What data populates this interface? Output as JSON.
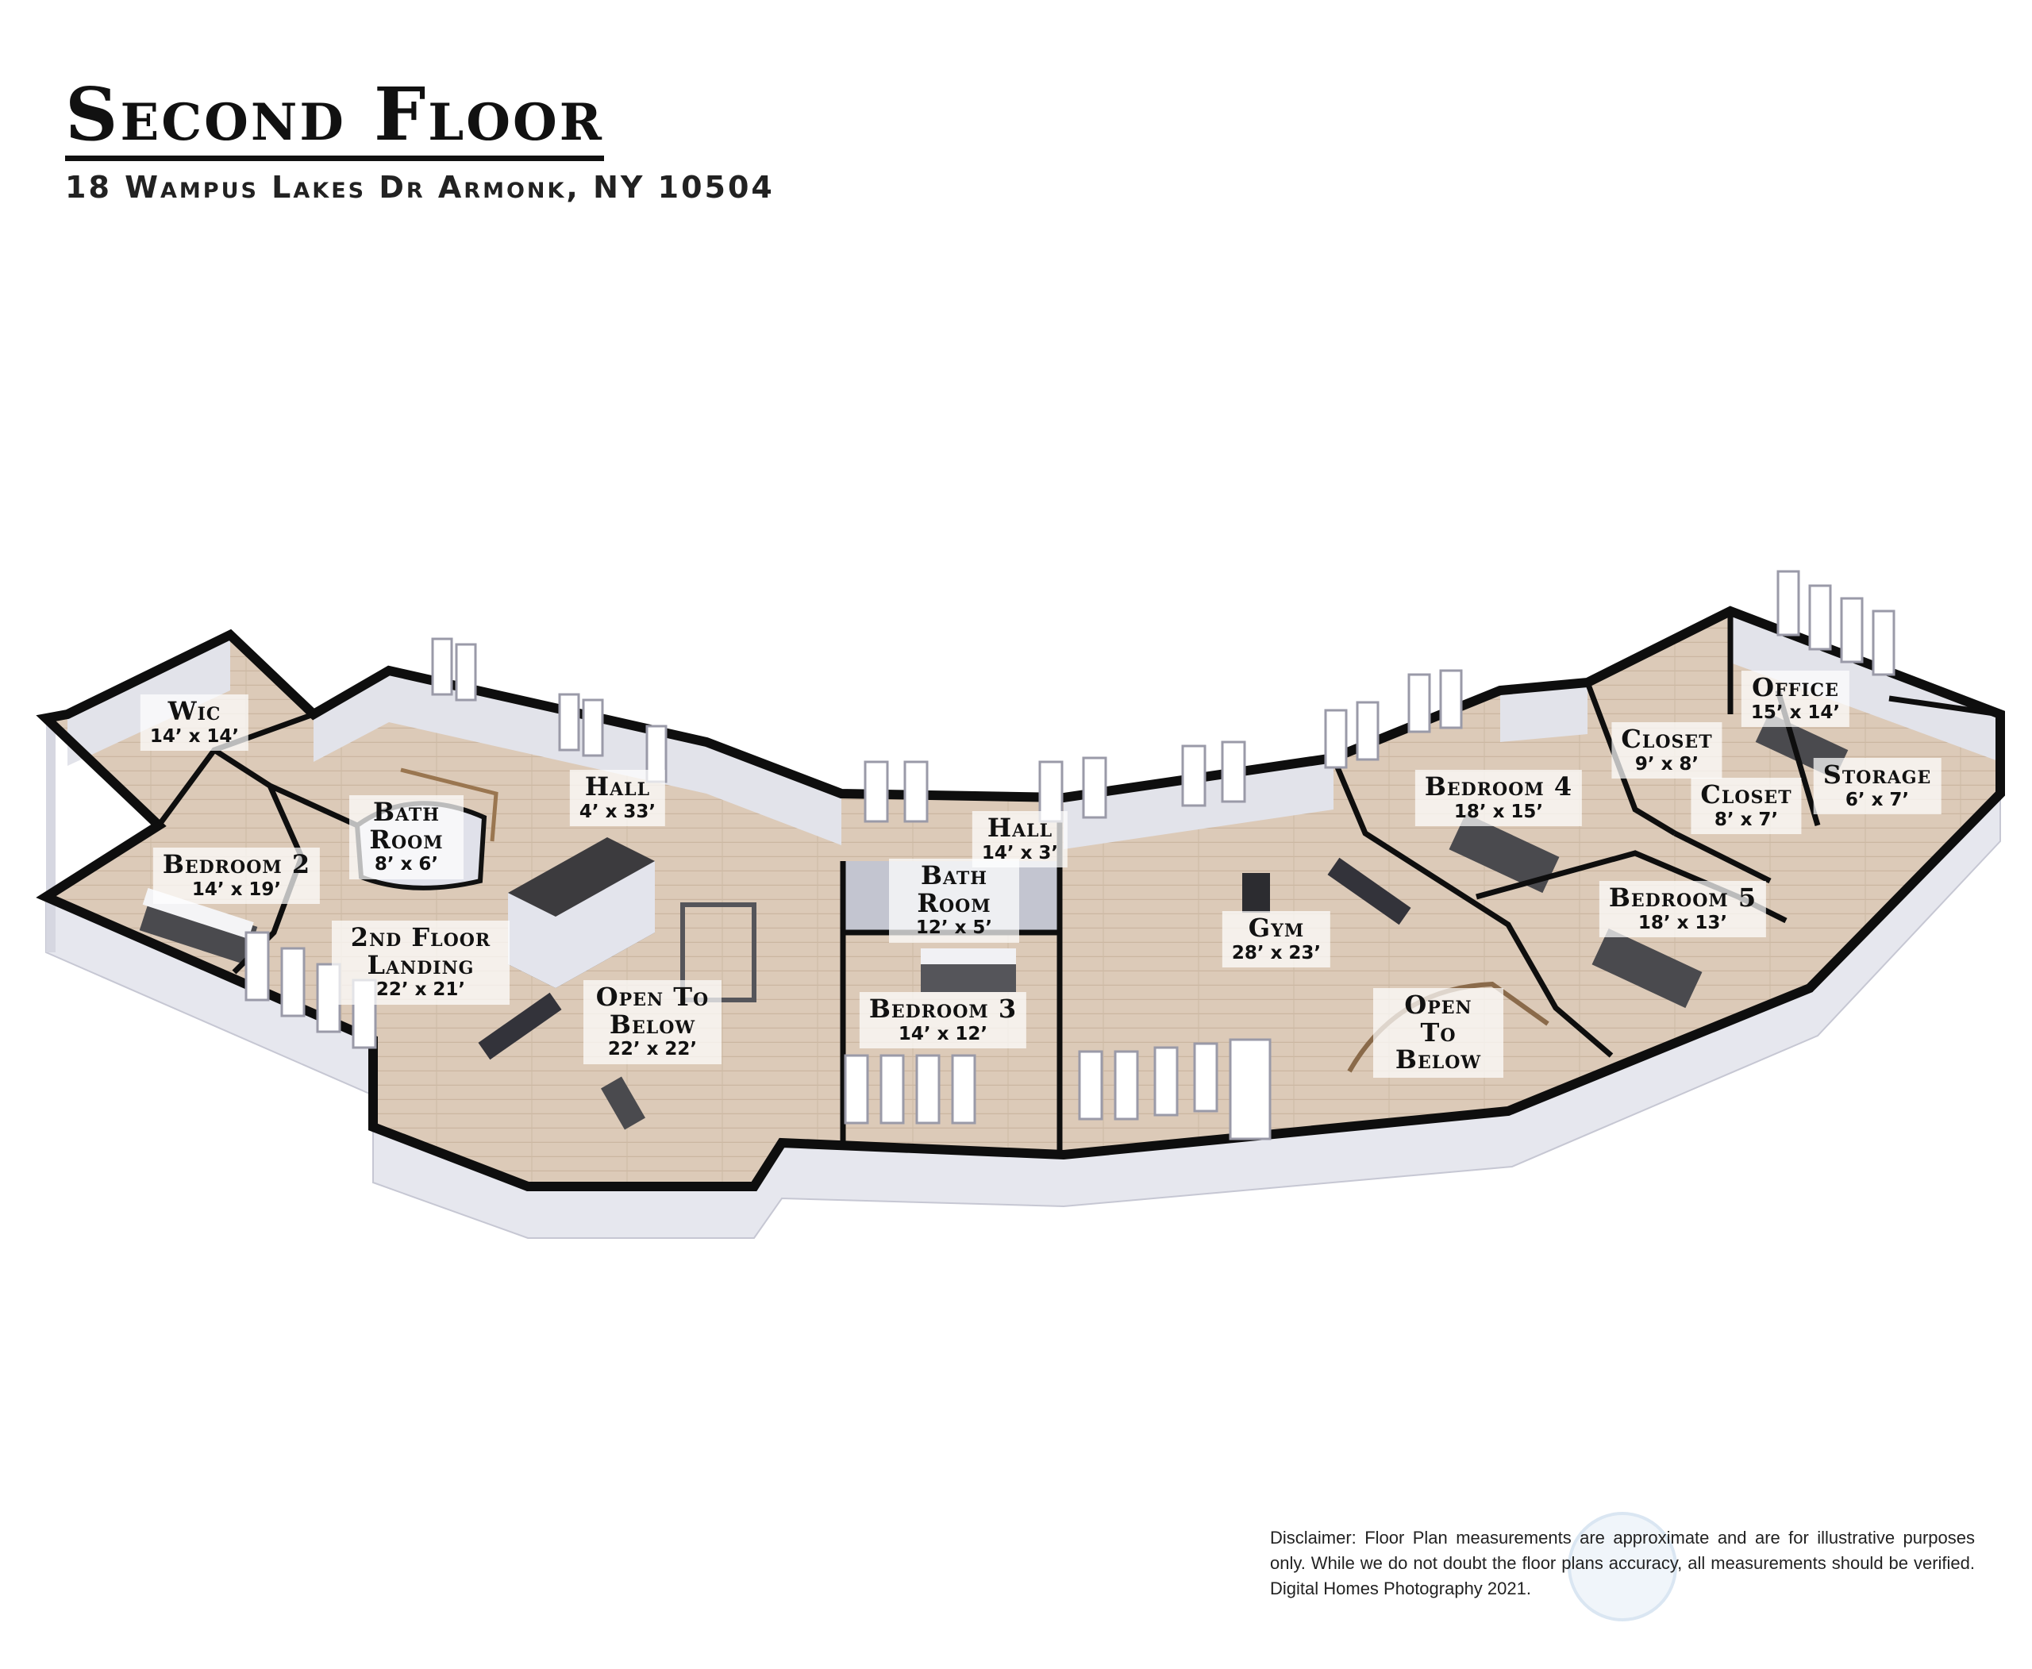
{
  "header": {
    "title": "Second Floor",
    "address": "18 Wampus Lakes Dr Armonk, NY 10504"
  },
  "rooms": [
    {
      "id": "wic",
      "name": "Wic",
      "dims": "14’ x 14’"
    },
    {
      "id": "bedroom-2",
      "name": "Bedroom 2",
      "dims": "14’ x 19’"
    },
    {
      "id": "bath-1",
      "name": "Bath Room",
      "dims": "8’ x 6’"
    },
    {
      "id": "hall-1",
      "name": "Hall",
      "dims": "4’ x 33’"
    },
    {
      "id": "landing",
      "name": "2nd Floor Landing",
      "dims": "22’ x 21’"
    },
    {
      "id": "open-below-1",
      "name": "Open To Below",
      "dims": "22’ x 22’"
    },
    {
      "id": "bath-2",
      "name": "Bath Room",
      "dims": "12’ x 5’"
    },
    {
      "id": "hall-2",
      "name": "Hall",
      "dims": "14’ x 3’"
    },
    {
      "id": "bedroom-3",
      "name": "Bedroom 3",
      "dims": "14’ x 12’"
    },
    {
      "id": "gym",
      "name": "Gym",
      "dims": "28’ x 23’"
    },
    {
      "id": "open-below-2",
      "name": "Open To Below",
      "dims": ""
    },
    {
      "id": "bedroom-4",
      "name": "Bedroom 4",
      "dims": "18’ x 15’"
    },
    {
      "id": "bedroom-5",
      "name": "Bedroom 5",
      "dims": "18’ x 13’"
    },
    {
      "id": "closet-1",
      "name": "Closet",
      "dims": "9’ x 8’"
    },
    {
      "id": "closet-2",
      "name": "Closet",
      "dims": "8’ x 7’"
    },
    {
      "id": "office",
      "name": "Office",
      "dims": "15’ x 14’"
    },
    {
      "id": "storage",
      "name": "Storage",
      "dims": "6’ x 7’"
    }
  ],
  "disclaimer": "Disclaimer: Floor Plan measurements are approximate and are for illustrative purposes only. While we do not doubt the floor plans accuracy, all measurements should be verified. Digital Homes Photography 2021.",
  "colors": {
    "floor": "#d9c7b4",
    "wall_top": "#0e0e0e",
    "wall_face": "#e6e7ee",
    "wall_shadow": "#c9cad6"
  }
}
